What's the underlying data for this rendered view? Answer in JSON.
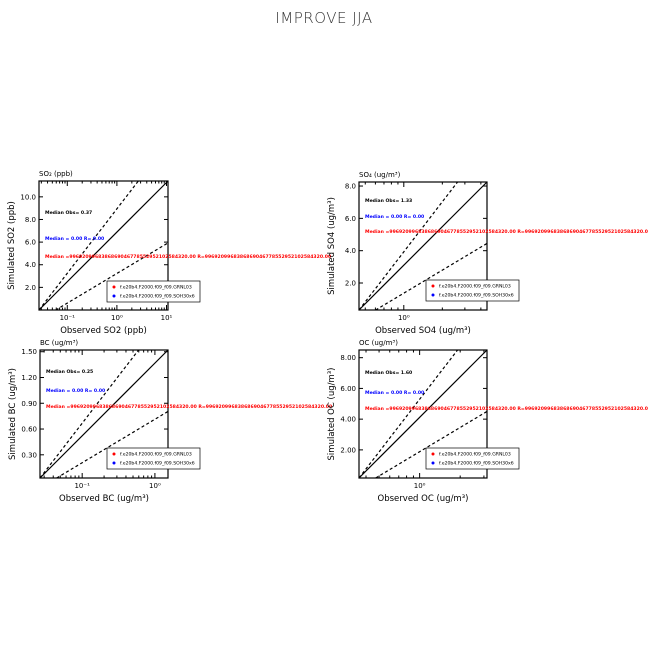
{
  "title": "IMPROVE JJA",
  "colors": {
    "obs": "#000000",
    "model1": "#ff0000",
    "model2": "#0000ff"
  },
  "chart_data": [
    {
      "type": "scatter",
      "title": "SO₂ (ppb)",
      "xlabel": "Observed SO2 (ppb)",
      "ylabel": "Simulated SO2 (ppb)",
      "xscale": "log",
      "xlim_log10": [
        -1.57,
        1.03
      ],
      "ylim": [
        0,
        11.4
      ],
      "yticks": [
        2.0,
        4.0,
        6.0,
        8.0,
        10.0
      ],
      "ytick_labels": [
        "2.0",
        "4.0",
        "6.0",
        "8.0",
        "10.0"
      ],
      "xticks_log10": [
        -1,
        0,
        1
      ],
      "xtick_labels": [
        "10⁻¹",
        "10⁰",
        "10¹"
      ],
      "annotations": {
        "obs": "Median Obs= 0.37",
        "model2": "Median = 0.00 R= 0.00",
        "model1": "Median =9969209968386869046778552952102584320.00 R=9969209968386869046778552952102584320.00"
      },
      "legend": [
        "f.e20b4.F2000.f09_f09.GRNL03",
        "f.e20b4.F2000.f09_f09.SOH30x6"
      ],
      "legend_position": "bottom-right"
    },
    {
      "type": "scatter",
      "title": "SO₄ (ug/m³)",
      "xlabel": "Observed SO4 (ug/m³)",
      "ylabel": "Simulated SO4 (ug/m³)",
      "xscale": "log",
      "xlim_log10": [
        -0.35,
        0.65
      ],
      "ylim": [
        0.33,
        8.25
      ],
      "yticks": [
        2.0,
        4.0,
        6.0,
        8.0
      ],
      "ytick_labels": [
        "2.0",
        "4.0",
        "6.0",
        "8.0"
      ],
      "xticks_log10": [
        0
      ],
      "xtick_labels": [
        "10⁰"
      ],
      "annotations": {
        "obs": "Median Obs= 1.33",
        "model2": "Median = 0.00 R= 0.00",
        "model1": "Median =9969209968386869046778552952102584320.00 R=9969209968386869046778552952102584320.00"
      },
      "legend": [
        "f.e20b4.F2000.f09_f09.GRNL03",
        "f.e20b4.F2000.f09_f09.SOH30x6"
      ],
      "legend_position": "bottom-right"
    },
    {
      "type": "scatter",
      "title": "BC (ug/m³)",
      "xlabel": "Observed BC (ug/m³)",
      "ylabel": "Simulated BC (ug/m³)",
      "xscale": "log",
      "xlim_log10": [
        -1.58,
        0.18
      ],
      "ylim": [
        0.03,
        1.52
      ],
      "yticks": [
        0.3,
        0.6,
        0.9,
        1.2,
        1.5
      ],
      "ytick_labels": [
        "0.30",
        "0.60",
        "0.90",
        "1.20",
        "1.50"
      ],
      "xticks_log10": [
        -1,
        0
      ],
      "xtick_labels": [
        "10⁻¹",
        "10⁰"
      ],
      "annotations": {
        "obs": "Median Obs= 0.25",
        "model2": "Median = 0.00 R= 0.00",
        "model1": "Median =9969209968386869046778552952102584320.00 R=9969209968386869046778552952102584320.00"
      },
      "legend": [
        "f.e20b4.F2000.f09_f09.GRNL03",
        "f.e20b4.F2000.f09_f09.SOH30x6"
      ],
      "legend_position": "bottom-right"
    },
    {
      "type": "scatter",
      "title": "OC (ug/m³)",
      "xlabel": "Observed OC (ug/m³)",
      "ylabel": "Simulated OC (ug/m³)",
      "xscale": "log",
      "xlim_log10": [
        -0.45,
        0.5
      ],
      "ylim": [
        0.17,
        8.5
      ],
      "yticks": [
        2.0,
        4.0,
        6.0,
        8.0
      ],
      "ytick_labels": [
        "2.00",
        "4.00",
        "6.00",
        "8.00"
      ],
      "xticks_log10": [
        0
      ],
      "xtick_labels": [
        "10⁰"
      ],
      "annotations": {
        "obs": "Median Obs= 1.60",
        "model2": "Median = 0.00 R= 0.00",
        "model1": "Median =9969209968386869046778552952102584320.00 R=9969209968386869046778552952102584320.00"
      },
      "legend": [
        "f.e20b4.F2000.f09_f09.GRNL03",
        "f.e20b4.F2000.f09_f09.SOH30x6"
      ],
      "legend_position": "bottom-right"
    }
  ]
}
